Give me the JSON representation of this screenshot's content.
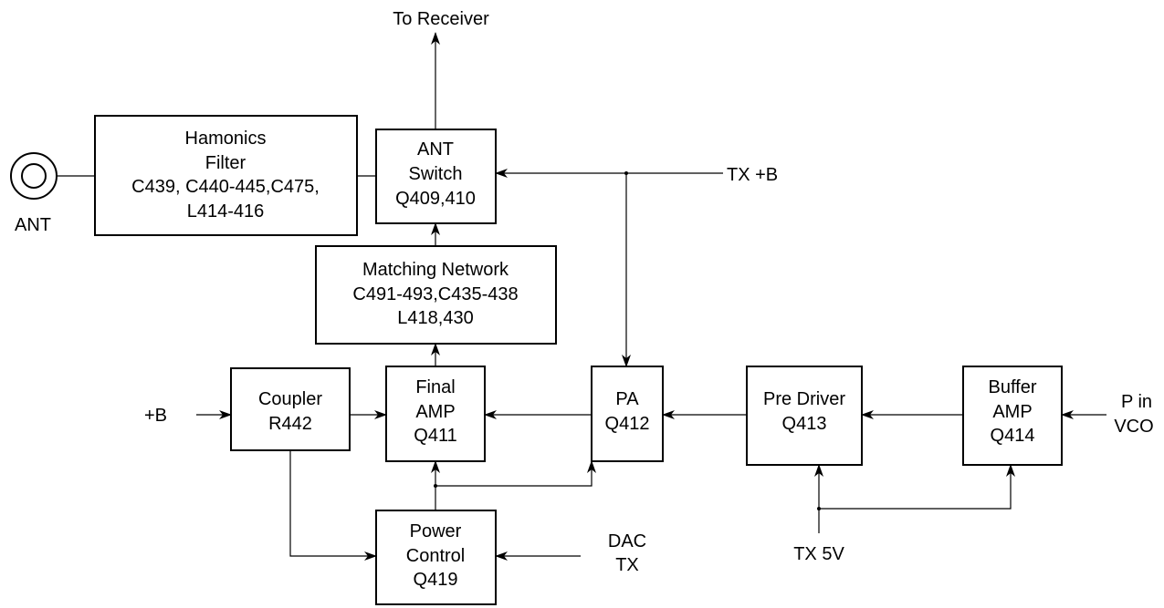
{
  "labels": {
    "to_receiver": "To Receiver",
    "tx_b": "TX +B",
    "ant": "ANT",
    "plus_b": "+B",
    "p_in": "P in",
    "vco": "VCO",
    "dac": "DAC",
    "tx": "TX",
    "tx_5v": "TX 5V"
  },
  "blocks": {
    "harmonics_filter": [
      "Hamonics",
      "Filter",
      "C439, C440-445,C475,",
      "L414-416"
    ],
    "ant_switch": [
      "ANT",
      "Switch",
      "Q409,410"
    ],
    "matching_network": [
      "Matching Network",
      "C491-493,C435-438",
      "L418,430"
    ],
    "coupler": [
      "Coupler",
      "R442"
    ],
    "final_amp": [
      "Final",
      "AMP",
      "Q411"
    ],
    "pa": [
      "PA",
      "Q412"
    ],
    "pre_driver": [
      "Pre Driver",
      "Q413"
    ],
    "buffer_amp": [
      "Buffer",
      "AMP",
      "Q414"
    ],
    "power_control": [
      "Power",
      "Control",
      "Q419"
    ]
  }
}
